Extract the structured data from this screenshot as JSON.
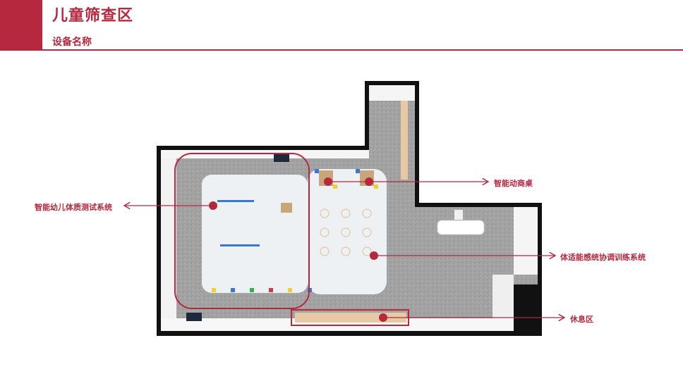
{
  "header": {
    "title": "儿童筛查区",
    "subtitle": "设备名称"
  },
  "callouts": {
    "smart_table": "智能动商桌",
    "fitness_test_system": "智能幼儿体质测试系统",
    "sensory_training_system": "体适能感统协调训练系统",
    "rest_area": "休息区"
  },
  "colors": {
    "accent": "#b5283e",
    "wall": "#111111",
    "floor": "#9e9e9e",
    "mat": "#eef1f4"
  }
}
